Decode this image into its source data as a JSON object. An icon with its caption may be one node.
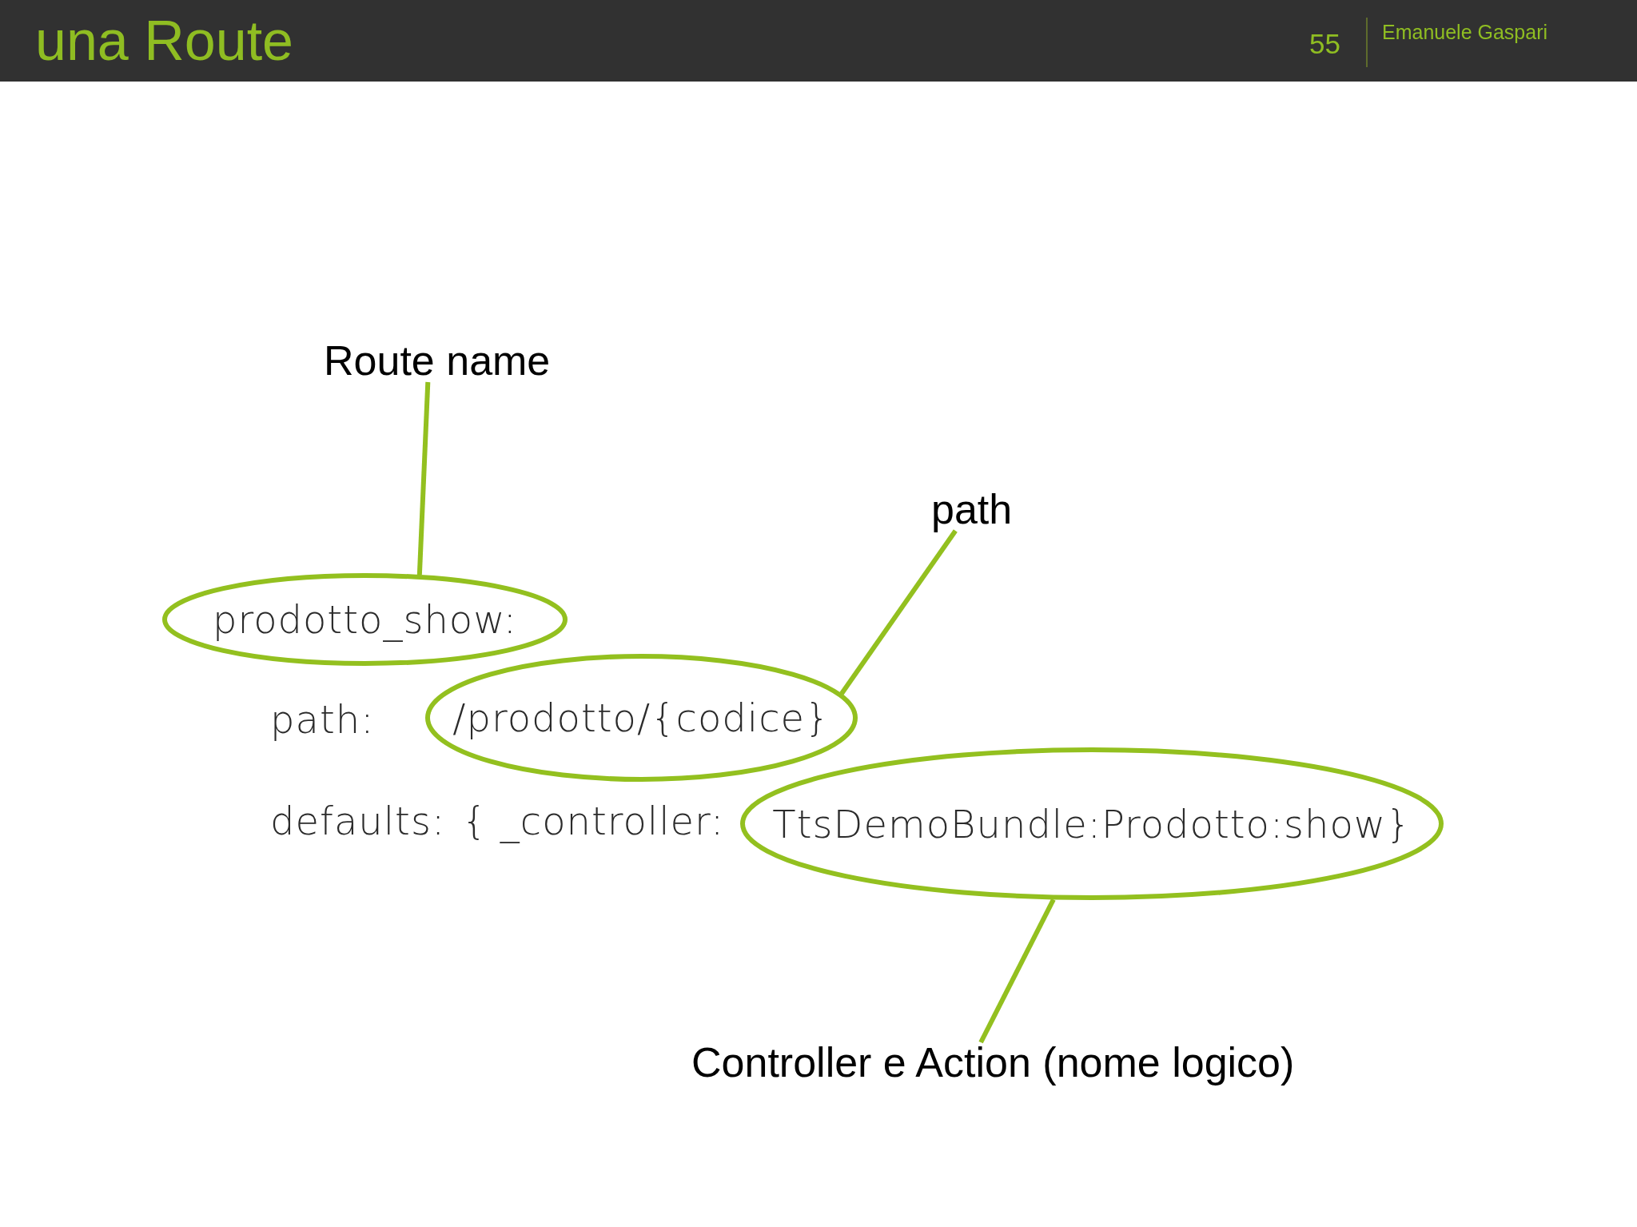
{
  "diagram": {
    "title": "una Route",
    "nodes": [
      {
        "text": [
          "Route name"
        ]
      },
      {
        "text": [
          "path"
        ]
      },
      {
        "text": [
          "prodotto_show:"
        ]
      },
      {
        "text": [
          "/prodotto/{codice}"
        ]
      },
      {
        "text": [
          "TtsDemoBundle:Prodotto:show}"
        ]
      },
      {
        "text": [
          "Controller e Action (nome logico)"
        ]
      }
    ],
    "edges": [
      {
        "from": 0,
        "to": 2,
        "arrow": "none"
      },
      {
        "from": 1,
        "to": 3,
        "arrow": "none"
      },
      {
        "from": 5,
        "to": 4,
        "arrow": "none"
      }
    ],
    "labels": [
      "55",
      "Emanuele Gaspari",
      "path:",
      "defaults:",
      "{ _controller:"
    ]
  }
}
